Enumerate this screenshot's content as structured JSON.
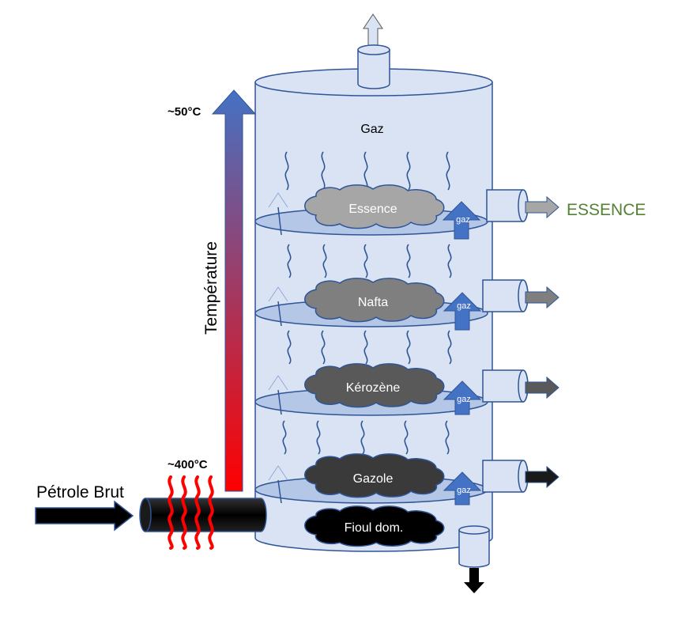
{
  "diagram": {
    "top_label": "Gaz",
    "temp_top": "~50°C",
    "temp_bottom": "~400°C",
    "temperature_label": "Température",
    "input_label": "Pétrole Brut",
    "output_label": "ESSENCE",
    "gas_label": "gaz",
    "fractions": [
      {
        "name": "Essence",
        "color": "#a6a6a6"
      },
      {
        "name": "Nafta",
        "color": "#7f7f7f"
      },
      {
        "name": "Kérozène",
        "color": "#595959"
      },
      {
        "name": "Gazole",
        "color": "#3a3a3a"
      }
    ],
    "residue": {
      "name": "Fioul dom.",
      "color": "#000000"
    },
    "colors": {
      "column_fill": "#dae3f3",
      "column_stroke": "#2f5597",
      "arrow_blue": "#4472c4",
      "output_green": "#548235",
      "heat_red": "#ff0000"
    }
  }
}
